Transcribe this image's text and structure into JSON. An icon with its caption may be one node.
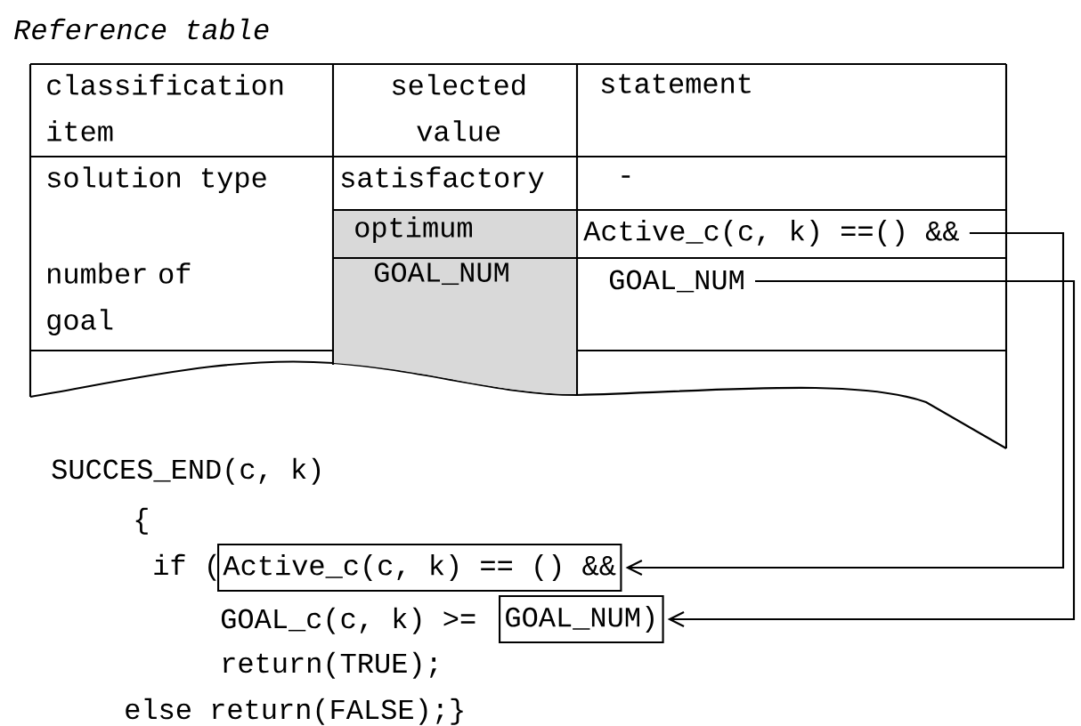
{
  "diagram": {
    "title": "Reference table",
    "nodes": [
      {
        "text": [
          "Active_c(c, k) ==() &&"
        ]
      },
      {
        "text": [
          "GOAL_NUM"
        ]
      },
      {
        "text": [
          "Active_c(c, k) == () &&"
        ]
      },
      {
        "text": [
          "GOAL_NUM)"
        ]
      }
    ],
    "edges": [
      {
        "from": 0,
        "to": 2,
        "arrow": "to"
      },
      {
        "from": 1,
        "to": 3,
        "arrow": "to"
      }
    ],
    "labels": [
      "classification item",
      "selected value",
      "statement",
      "solution type",
      "satisfactory",
      "-",
      "optimum",
      "number of goal",
      "GOAL_NUM",
      "SUCCES_END(c, k)",
      "{",
      "if (",
      "GOAL_c(c, k) >=",
      "return(TRUE);",
      "else return(FALSE);}"
    ]
  }
}
